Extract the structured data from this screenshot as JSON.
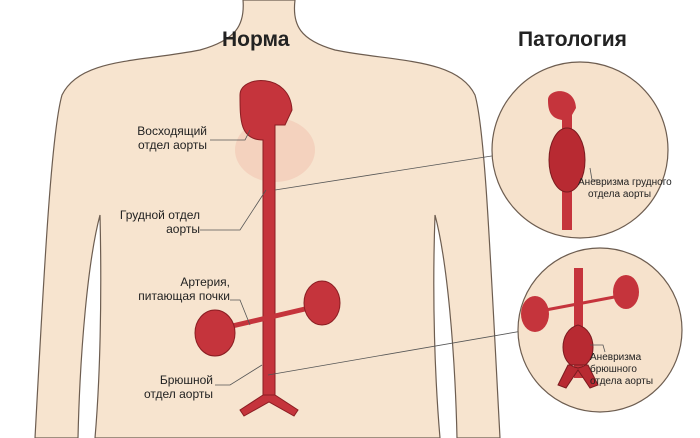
{
  "titles": {
    "norm": "Норма",
    "pathology": "Патология"
  },
  "labels": {
    "ascending": [
      "Восходящий",
      "отдел аорты"
    ],
    "thoracic": [
      "Грудной отдел",
      "аорты"
    ],
    "renal": [
      "Артерия,",
      "питающая почки"
    ],
    "abdominal": [
      "Брюшной",
      "отдел аорты"
    ],
    "thoracic_aneurysm": [
      "Аневризма грудного",
      "отдела аорты"
    ],
    "abdominal_aneurysm": [
      "Аневризма",
      "брюшного",
      "отдела аорты"
    ]
  },
  "colors": {
    "skin": "#f7e4cf",
    "outline": "#6d5d50",
    "aorta": "#c5343c",
    "circle": "#f6e2cc"
  }
}
